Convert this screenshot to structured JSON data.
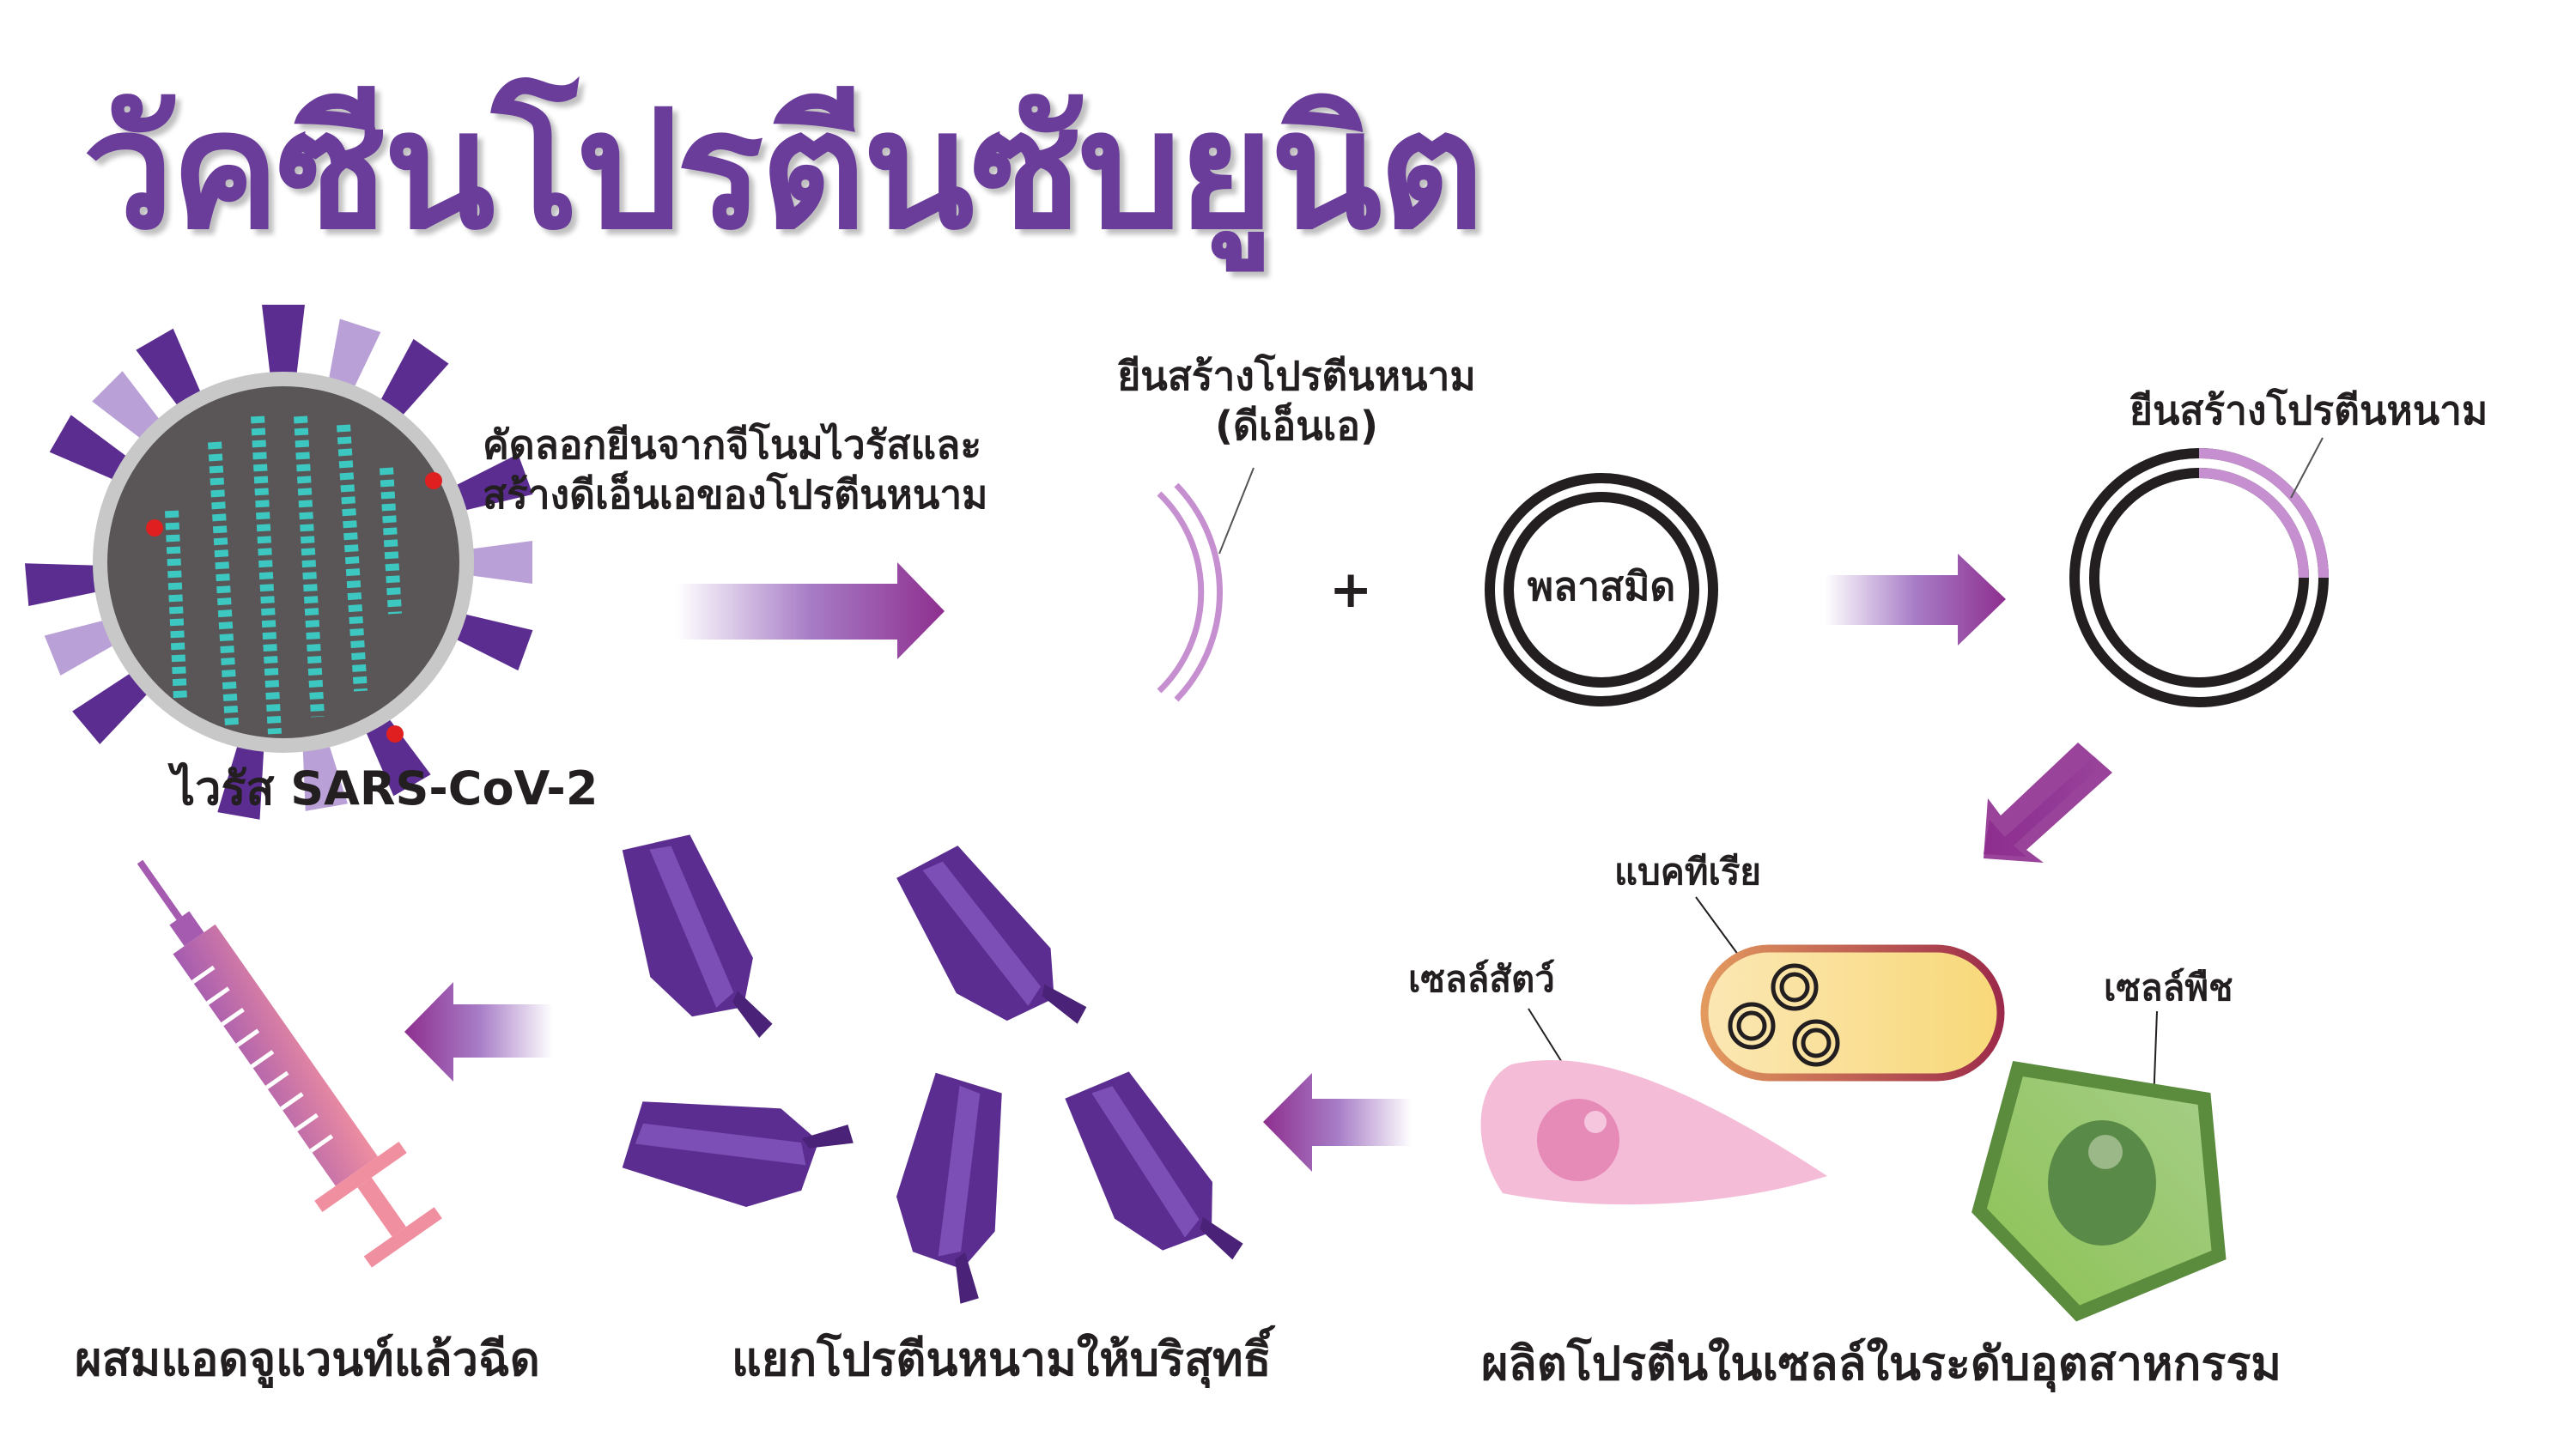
{
  "title": "วัคซีนโปรตีนซับยูนิต",
  "steps": {
    "extract_gene": [
      "คัดลอกยีนจากจีโนมไวรัสและ",
      "สร้างดีเอ็นเอของโปรตีนหนาม"
    ],
    "virus_label": "ไวรัส SARS-CoV-2",
    "gene_label": [
      "ยีนสร้างโปรตีนหนาม",
      "(ดีเอ็นเอ)"
    ],
    "plus": "+",
    "plasmid_label": "พลาสมิด",
    "recombinant_label": "ยีนสร้างโปรตีนหนาม",
    "bacteria_label": "แบคทีเรีย",
    "animal_cell_label": "เซลล์สัตว์",
    "plant_cell_label": "เซลล์พืช",
    "produce_label": "ผลิตโปรตีนในเซลล์ในระดับอุตสาหกรรม",
    "purify_label": "แยกโปรตีนหนามให้บริสุทธิ์",
    "mix_label": "ผสมแอดจูแวนท์แล้วฉีด"
  },
  "colors": {
    "title": "#6a3d9a",
    "spike": "#5b2d91",
    "virus_rna": "#3cc8c0",
    "arrow": "#8e2f8f",
    "gene": "#c58fd0",
    "plant": "#5b8c3e",
    "animal": "#f5bcd8",
    "bacteria": "#f8dc88"
  }
}
